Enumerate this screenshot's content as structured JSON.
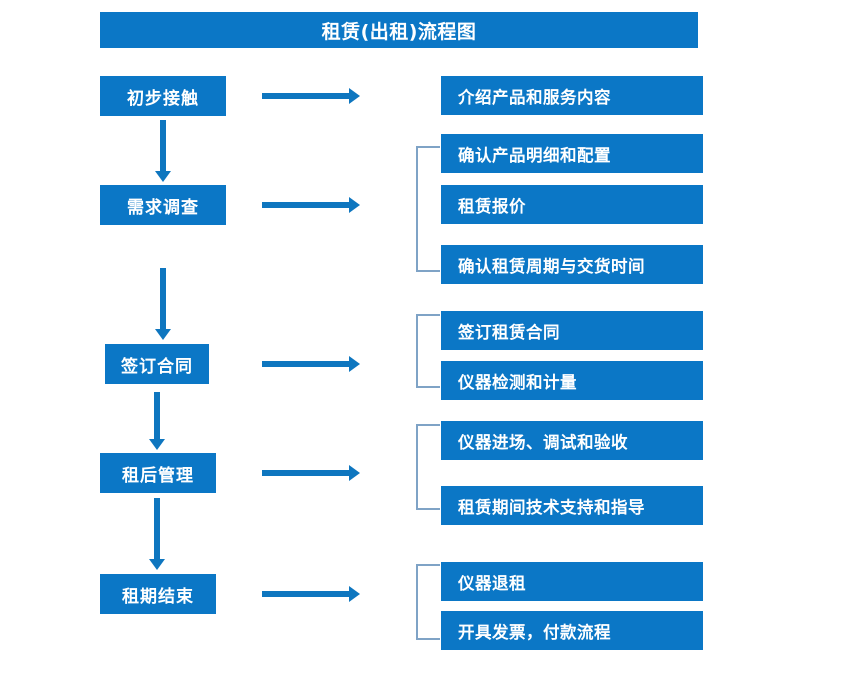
{
  "diagram": {
    "title": "租赁(出租)流程图",
    "accent_color": "#0b77c6",
    "arrow_color": "#0e76bf",
    "bracket_color": "#7fa3c6",
    "stages": [
      {
        "label": "初步接触"
      },
      {
        "label": "需求调查"
      },
      {
        "label": "签订合同"
      },
      {
        "label": "租后管理"
      },
      {
        "label": "租期结束"
      }
    ],
    "details": [
      {
        "label": "介绍产品和服务内容"
      },
      {
        "label": "确认产品明细和配置"
      },
      {
        "label": "租赁报价"
      },
      {
        "label": "确认租赁周期与交货时间"
      },
      {
        "label": "签订租赁合同"
      },
      {
        "label": "仪器检测和计量"
      },
      {
        "label": "仪器进场、调试和验收"
      },
      {
        "label": "租赁期间技术支持和指导"
      },
      {
        "label": "仪器退租"
      },
      {
        "label": "开具发票，付款流程"
      }
    ]
  }
}
